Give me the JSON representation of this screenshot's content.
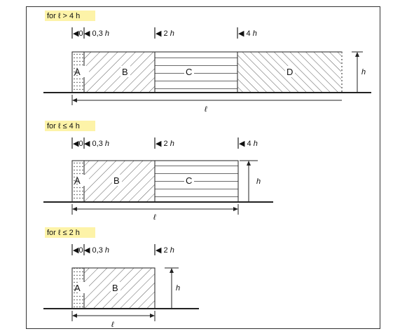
{
  "colors": {
    "caption_bg": "#fdf3a8",
    "line": "#222222",
    "hatch": "#333333"
  },
  "cases": [
    {
      "caption": "for ℓ > 4 h",
      "markers": [
        {
          "prefix": "◀",
          "value": "0",
          "suffix": ""
        },
        {
          "prefix": "◀ ",
          "value": "0,3",
          "suffix": " h"
        },
        {
          "prefix": "◀ ",
          "value": "2",
          "suffix": " h"
        },
        {
          "prefix": "◀ ",
          "value": "4",
          "suffix": " h"
        }
      ],
      "zones": [
        "A",
        "B",
        "C",
        "D"
      ],
      "height_label": "h",
      "length_label": "ℓ"
    },
    {
      "caption": "for ℓ ≤ 4 h",
      "markers": [
        {
          "prefix": "◀",
          "value": "0",
          "suffix": ""
        },
        {
          "prefix": "◀ ",
          "value": "0,3",
          "suffix": " h"
        },
        {
          "prefix": "◀ ",
          "value": "2",
          "suffix": " h"
        },
        {
          "prefix": "◀ ",
          "value": "4",
          "suffix": " h"
        }
      ],
      "zones": [
        "A",
        "B",
        "C"
      ],
      "height_label": "h",
      "length_label": "ℓ"
    },
    {
      "caption": "for ℓ ≤ 2 h",
      "markers": [
        {
          "prefix": "◀",
          "value": "0",
          "suffix": ""
        },
        {
          "prefix": "◀ ",
          "value": "0,3",
          "suffix": " h"
        },
        {
          "prefix": "◀ ",
          "value": "2",
          "suffix": " h"
        }
      ],
      "zones": [
        "A",
        "B"
      ],
      "height_label": "h",
      "length_label": "ℓ"
    }
  ]
}
